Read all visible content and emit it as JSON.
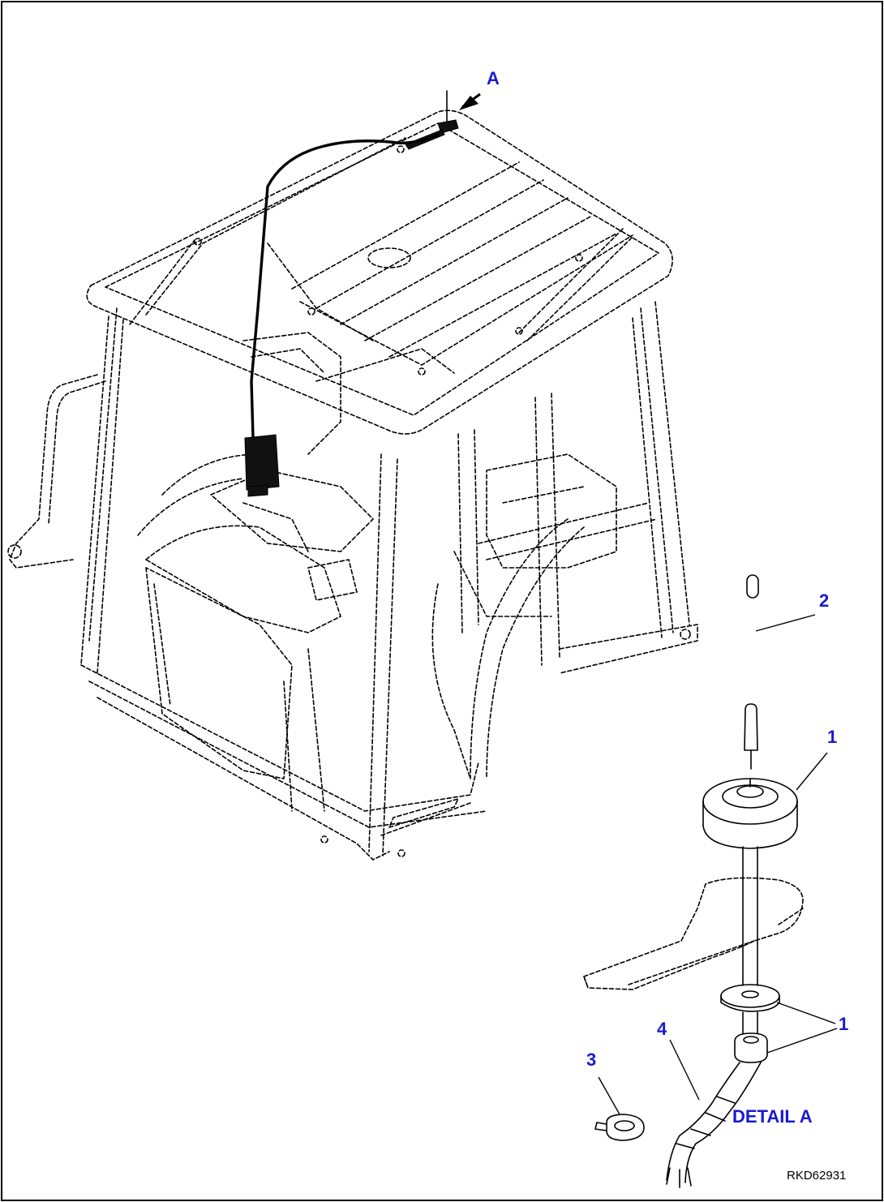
{
  "callouts": {
    "view_a": "A",
    "part_2": "2",
    "part_1_top": "1",
    "part_1_right": "1",
    "part_3": "3",
    "part_4": "4",
    "detail_label": "DETAIL A"
  },
  "drawing_number": "RKD62931",
  "colors": {
    "callout": "#1a1ad0",
    "line": "#000000",
    "background": "#ffffff"
  }
}
